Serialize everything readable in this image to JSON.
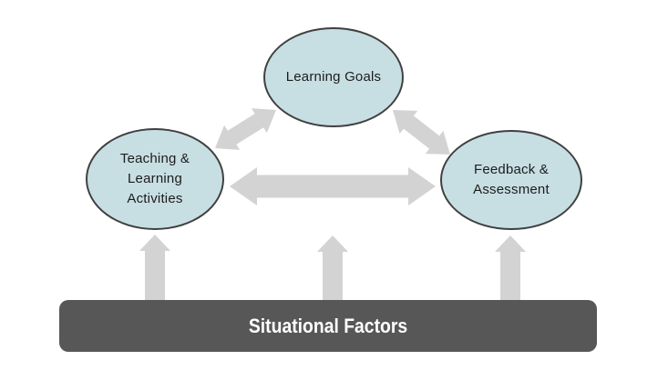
{
  "colors": {
    "background": "#ffffff",
    "node_fill": "#c7dfe3",
    "node_border": "#404040",
    "node_text": "#1c1c1c",
    "arrow": "#d3d3d3",
    "bar_fill": "#575757",
    "bar_text": "#ffffff"
  },
  "diagram": {
    "type": "concept-map",
    "nodes": {
      "learning_goals": {
        "label": "Learning Goals",
        "shape": "ellipse"
      },
      "teaching_learning_activities": {
        "label": "Teaching &\nLearning\nActivities",
        "shape": "ellipse"
      },
      "feedback_assessment": {
        "label": "Feedback &\nAssessment",
        "shape": "ellipse"
      },
      "situational_factors": {
        "label": "Situational Factors",
        "shape": "rounded-bar"
      }
    },
    "edges": [
      {
        "from": "learning_goals",
        "to": "teaching_learning_activities",
        "bidirectional": true
      },
      {
        "from": "learning_goals",
        "to": "feedback_assessment",
        "bidirectional": true
      },
      {
        "from": "teaching_learning_activities",
        "to": "feedback_assessment",
        "bidirectional": true
      },
      {
        "from": "situational_factors",
        "to": "teaching_learning_activities",
        "bidirectional": false
      },
      {
        "from": "situational_factors",
        "to": "learning_goals",
        "bidirectional": false
      },
      {
        "from": "situational_factors",
        "to": "feedback_assessment",
        "bidirectional": false
      }
    ]
  }
}
